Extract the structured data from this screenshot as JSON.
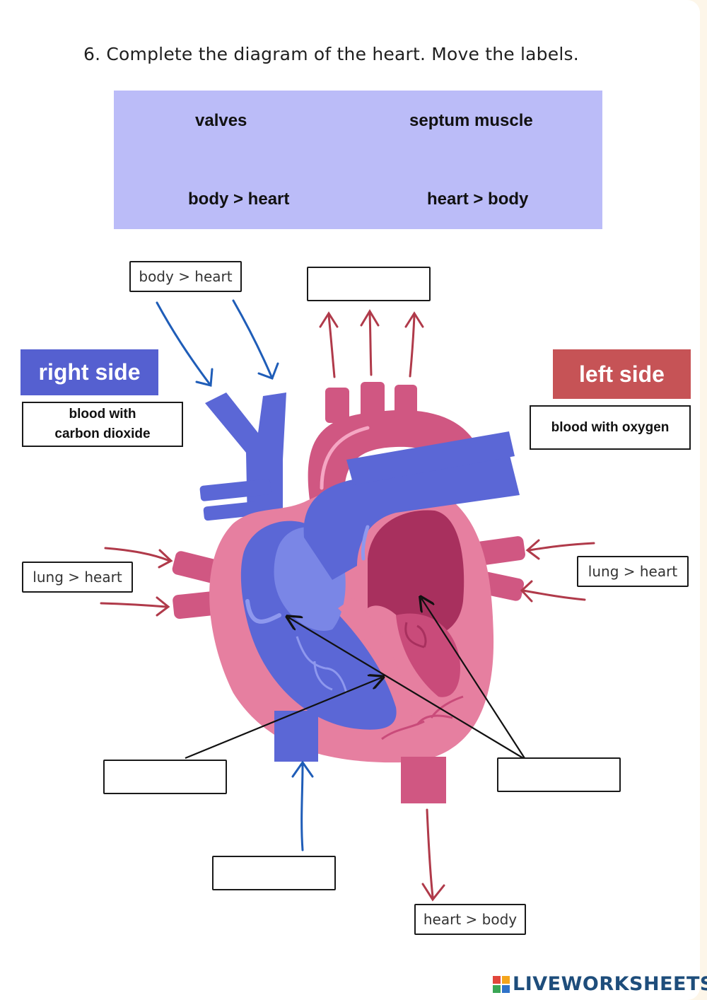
{
  "instruction": "6. Complete the diagram of the heart. Move the labels.",
  "word_bank": {
    "labels": [
      "valves",
      "septum  muscle",
      "body > heart",
      "heart > body"
    ]
  },
  "sides": {
    "right": {
      "title": "right side",
      "description_line1": "blood with",
      "description_line2": "carbon dioxide",
      "color": "#5560d0"
    },
    "left": {
      "title": "left side",
      "description": "blood  with oxygen",
      "color": "#c65356"
    }
  },
  "labels": {
    "top_left": "body > heart",
    "top_right": "",
    "lung_left": "lung > heart",
    "lung_right": "lung > heart",
    "bottom_left": "",
    "bottom_center": "",
    "bottom_right": "",
    "bottom_aorta": "heart > body"
  },
  "colors": {
    "blue_vessel": "#5b67d6",
    "pink_heart": "#e67fa0",
    "red_vessel": "#d05782",
    "dark_chamber": "#a8305e",
    "blue_arrow": "#1f5db8",
    "red_arrow": "#b03a4a"
  },
  "logo": {
    "text": "LIVEWORKSHEETS",
    "icon": "liveworksheets-logo-icon"
  }
}
